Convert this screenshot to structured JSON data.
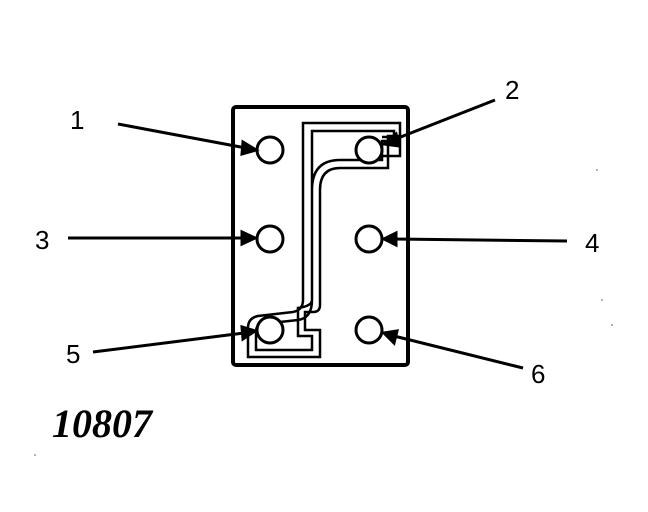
{
  "diagram": {
    "figure_number": "10807",
    "terminals": [
      {
        "id": "1",
        "label": "1"
      },
      {
        "id": "2",
        "label": "2"
      },
      {
        "id": "3",
        "label": "3"
      },
      {
        "id": "4",
        "label": "4"
      },
      {
        "id": "5",
        "label": "5"
      },
      {
        "id": "6",
        "label": "6"
      }
    ],
    "colors": {
      "ink": "#000000",
      "paper": "#ffffff"
    }
  }
}
